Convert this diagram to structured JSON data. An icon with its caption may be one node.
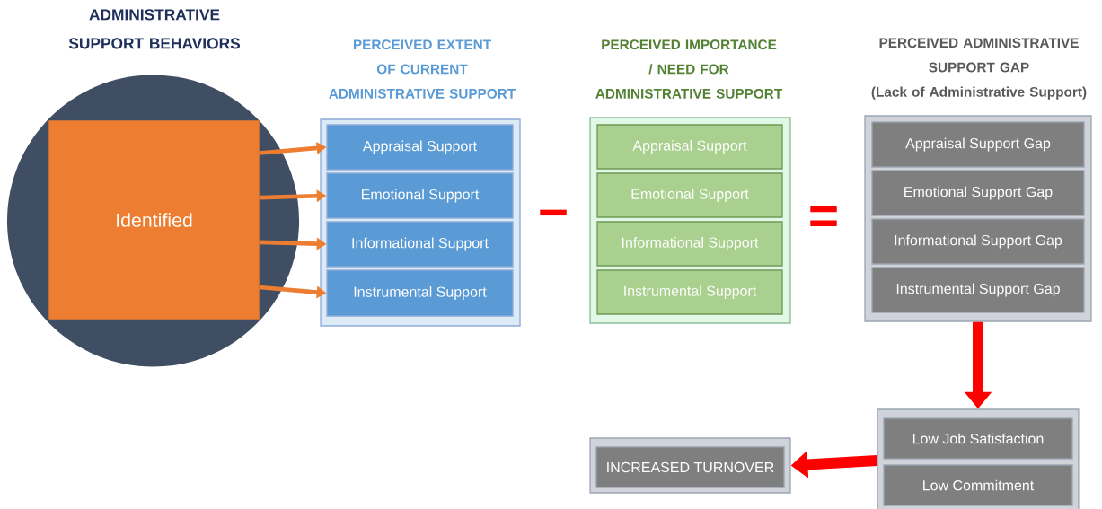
{
  "diagram": {
    "nodes": [
      {
        "text": [
          "ADMINISTRATIVE SUPPORT BEHAVIORS"
        ]
      },
      {
        "text": [
          "Identified"
        ],
        "in": 0
      },
      {
        "text": [
          "PERCEIVED EXTENT OF CURRENT ADMINISTRATIVE SUPPORT"
        ]
      },
      {
        "text": [
          "Appraisal Support"
        ],
        "in": 2
      },
      {
        "text": [
          "Emotional Support"
        ],
        "in": 2
      },
      {
        "text": [
          "Informational Support"
        ],
        "in": 2
      },
      {
        "text": [
          "Instrumental Support"
        ],
        "in": 2
      },
      {
        "text": [
          "PERCEIVED IMPORTANCE / NEED FOR ADMINISTRATIVE SUPPORT"
        ]
      },
      {
        "text": [
          "Appraisal Support"
        ],
        "in": 7
      },
      {
        "text": [
          "Emotional Support"
        ],
        "in": 7
      },
      {
        "text": [
          "Informational Support"
        ],
        "in": 7
      },
      {
        "text": [
          "Instrumental Support"
        ],
        "in": 7
      },
      {
        "text": [
          "PERCEIVED ADMINISTRATIVE SUPPORT GAP",
          "(Lack of Administrative Support)"
        ]
      },
      {
        "text": [
          "Appraisal Support Gap"
        ],
        "in": 12
      },
      {
        "text": [
          "Emotional Support Gap"
        ],
        "in": 12
      },
      {
        "text": [
          "Informational Support Gap"
        ],
        "in": 12
      },
      {
        "text": [
          "Instrumental Support Gap"
        ],
        "in": 12
      },
      {
        "text": [],
        "shape": "box"
      },
      {
        "text": [
          "Low Job Satisfaction"
        ],
        "in": 17
      },
      {
        "text": [
          "Low Commitment"
        ],
        "in": 17
      },
      {
        "text": [],
        "shape": "box"
      },
      {
        "text": [
          "INCREASED TURNOVER"
        ],
        "in": 20
      }
    ],
    "edges": [
      {
        "from": 1,
        "to": 3,
        "arrow": "to"
      },
      {
        "from": 1,
        "to": 4,
        "arrow": "to"
      },
      {
        "from": 1,
        "to": 5,
        "arrow": "to"
      },
      {
        "from": 1,
        "to": 6,
        "arrow": "to"
      },
      {
        "from": 12,
        "to": 17,
        "arrow": "to",
        "style": "thick",
        "color": "#ff0000"
      },
      {
        "from": 17,
        "to": 20,
        "arrow": "to",
        "style": "thick",
        "color": "#ff0000"
      }
    ],
    "labels": [
      "−",
      "="
    ]
  }
}
